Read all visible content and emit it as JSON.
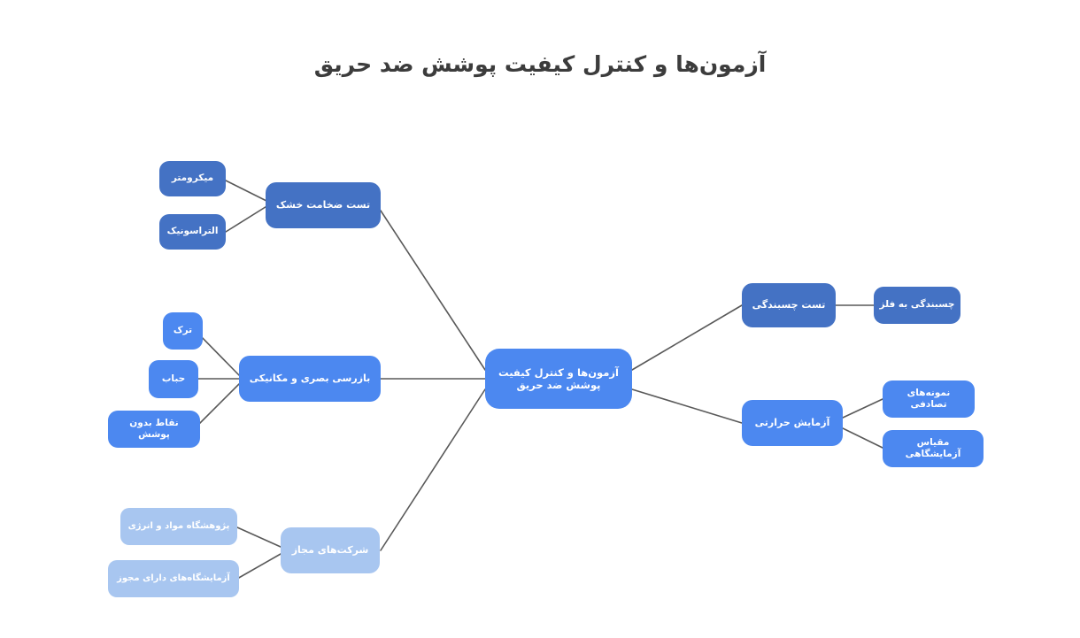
{
  "page": {
    "title": "آزمون‌ها و کنترل کیفیت پوشش ضد حریق",
    "background_color": "#ffffff",
    "edge_color": "#595959"
  },
  "colors": {
    "bright_blue": "#4c88f0",
    "medium_blue": "#4472c4",
    "light_blue": "#a8c6f0",
    "text_white": "#ffffff",
    "title_gray": "#3c3c3c"
  },
  "diagram": {
    "type": "mindmap",
    "root": {
      "id": "root",
      "label_line1": "آزمون‌ها و کنترل کیفیت",
      "label_line2": "پوشش ضد حریق",
      "color": "#4c88f0"
    },
    "branches": [
      {
        "id": "dry-thickness-test",
        "label": "تست ضخامت خشک",
        "color": "#4472c4",
        "side": "left",
        "children": [
          {
            "id": "micrometer",
            "label": "میکرومتر",
            "color": "#4472c4"
          },
          {
            "id": "ultrasonic",
            "label": "التراسونیک",
            "color": "#4472c4"
          }
        ]
      },
      {
        "id": "visual-mechanical-inspection",
        "label": "بازرسی بصری و مکانیکی",
        "color": "#4c88f0",
        "side": "left",
        "children": [
          {
            "id": "crack",
            "label": "ترک",
            "color": "#4c88f0"
          },
          {
            "id": "bubble",
            "label": "حباب",
            "color": "#4c88f0"
          },
          {
            "id": "uncoated-points",
            "label": "نقاط بدون پوشش",
            "color": "#4c88f0"
          }
        ]
      },
      {
        "id": "authorized-companies",
        "label": "شرکت‌های مجاز",
        "color": "#a8c6f0",
        "side": "left",
        "children": [
          {
            "id": "materials-energy-research-institute",
            "label": "پژوهشگاه مواد و انرژی",
            "color": "#a8c6f0"
          },
          {
            "id": "licensed-laboratories",
            "label": "آزمایشگاه‌های دارای مجوز",
            "color": "#a8c6f0"
          }
        ]
      },
      {
        "id": "adhesion-test",
        "label": "تست چسبندگی",
        "color": "#4472c4",
        "side": "right",
        "children": [
          {
            "id": "adhesion-to-metal",
            "label": "چسبندگی به فلز",
            "color": "#4472c4"
          }
        ]
      },
      {
        "id": "thermal-test",
        "label": "آزمایش حرارتی",
        "color": "#4c88f0",
        "side": "right",
        "children": [
          {
            "id": "random-samples",
            "label": "نمونه‌های تصادفی",
            "color": "#4c88f0"
          },
          {
            "id": "laboratory-scale",
            "label": "مقیاس آزمایشگاهی",
            "color": "#4c88f0"
          }
        ]
      }
    ]
  }
}
